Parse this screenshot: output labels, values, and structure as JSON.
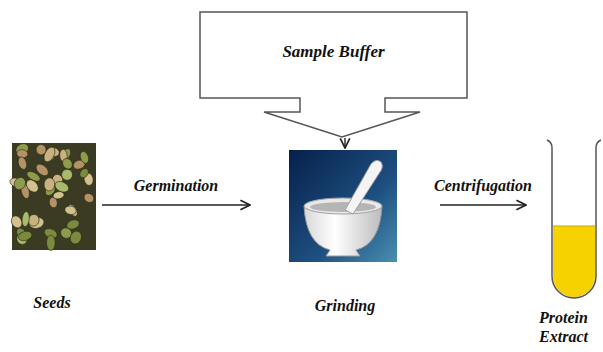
{
  "diagram": {
    "nodes": [
      {
        "text": [
          "Sample Buffer"
        ]
      },
      {
        "text": [
          "Seeds"
        ]
      },
      {
        "text": [
          "Grinding"
        ]
      },
      {
        "text": [
          "Protein Extract"
        ]
      }
    ],
    "edges": [
      {
        "from": 0,
        "to": 2,
        "arrow": "to"
      },
      {
        "from": 1,
        "to": 2,
        "label": "Germination",
        "arrow": "to"
      },
      {
        "from": 2,
        "to": 3,
        "label": "Centrifugation",
        "arrow": "to"
      }
    ]
  }
}
